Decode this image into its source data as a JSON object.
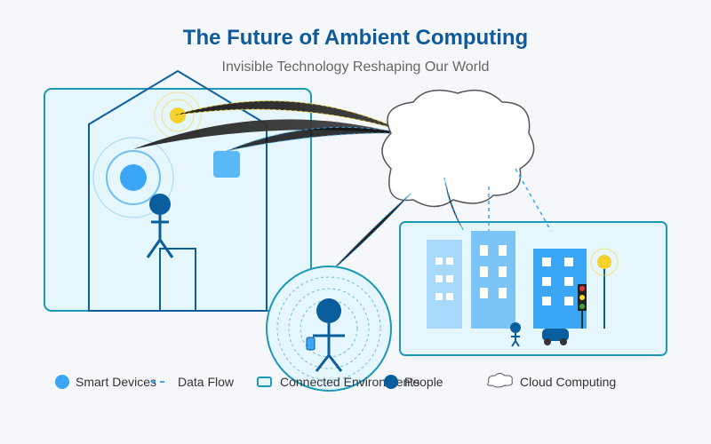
{
  "header": {
    "title": "The Future of Ambient Computing",
    "subtitle": "Invisible Technology Reshaping Our World"
  },
  "legend": {
    "smart_devices": "Smart Devices",
    "data_flow": "Data Flow",
    "connected_environments": "Connected Environments",
    "people": "People",
    "cloud_computing": "Cloud Computing"
  },
  "colors": {
    "title": "#0f5b9a",
    "subtitle": "#666666",
    "accent_blue": "#3ba6f5",
    "dark_blue": "#0a5e9e",
    "teal": "#1a9ab8",
    "panel_fill": "#e6f6fd",
    "sensor_yellow": "#f7d22a",
    "legend_text": "#333333"
  }
}
